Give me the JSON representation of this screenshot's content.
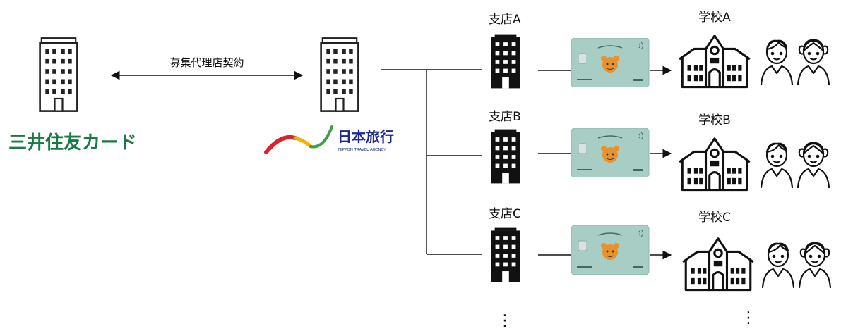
{
  "partners": {
    "card_company": {
      "name": "三井住友カード",
      "color": "#1a7a45"
    },
    "agency": {
      "name": "日本旅行",
      "sub": "NIPPON TRAVEL AGENCY",
      "color": "#1b2a8c"
    },
    "agreement_label": "募集代理店契約"
  },
  "branches": [
    {
      "label": "支店A",
      "school": "学校A"
    },
    {
      "label": "支店B",
      "school": "学校B"
    },
    {
      "label": "支店C",
      "school": "学校C"
    }
  ],
  "continuation": "⋮",
  "icons": {
    "building": "office-building-icon",
    "branch": "branch-building-icon",
    "card": "student-card-icon",
    "school": "school-building-icon",
    "student_boy": "student-boy-icon",
    "student_girl": "student-girl-icon"
  },
  "colors": {
    "card_bg": "#a8cdc4",
    "card_mascot": "#e8922e",
    "building_outline": "#222222",
    "branch_fill": "#111111",
    "logo_red": "#d9232e",
    "logo_yellow": "#f0b400",
    "logo_green": "#3aa14a"
  }
}
